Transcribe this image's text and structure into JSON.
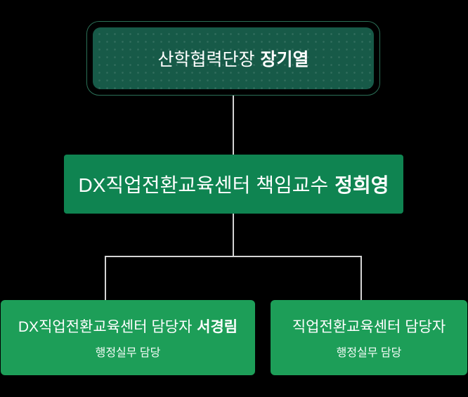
{
  "org_chart": {
    "root": {
      "title": "산학협력단장",
      "name": "장기열"
    },
    "manager": {
      "title": "DX직업전환교육센터 책임교수",
      "name": "정희영"
    },
    "staff": [
      {
        "title": "DX직업전환교육센터 담당자",
        "name": "서경림",
        "role": "행정실무 담당"
      },
      {
        "title": "직업전환교육센터 담당자",
        "name": "",
        "role": "행정실무 담당"
      }
    ]
  },
  "colors": {
    "background": "#000000",
    "root_node_fill": "#175a48",
    "root_node_outline": "#2b7057",
    "manager_node_fill": "#0f8451",
    "staff_node_fill": "#1d9e58",
    "connector_line": "#d4d4d4",
    "text": "#ffffff"
  }
}
